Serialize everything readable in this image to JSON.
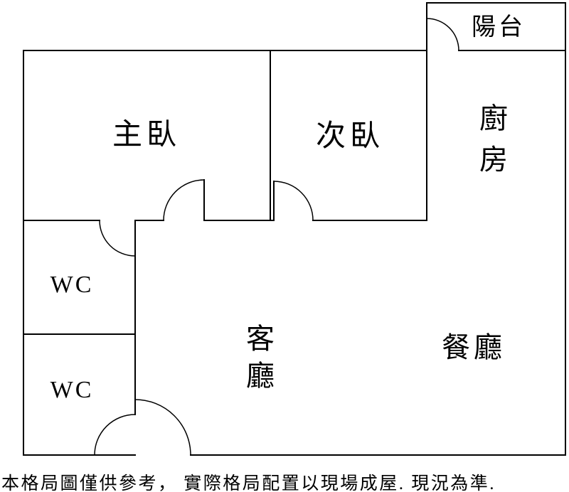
{
  "rooms": {
    "balcony": {
      "label": "陽台"
    },
    "master_bedroom": {
      "label": "主臥"
    },
    "second_bedroom": {
      "label": "次臥"
    },
    "kitchen": {
      "label": "廚房"
    },
    "wc_upper": {
      "label": "WC"
    },
    "wc_lower": {
      "label": "WC"
    },
    "living_room": {
      "label": "客廳"
    },
    "dining_room": {
      "label": "餐廳"
    }
  },
  "disclaimer": "本格局圖僅供參考， 實際格局配置以現場成屋. 現況為準.",
  "colors": {
    "wall": "#000000",
    "background": "#ffffff"
  }
}
